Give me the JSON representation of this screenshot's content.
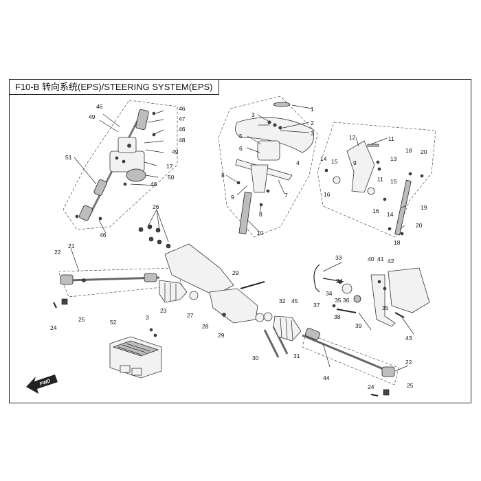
{
  "title": "F10-B 转向系统(EPS)/STEERING SYSTEM(EPS)",
  "direction_label": "FWD",
  "callouts": [
    "1",
    "2",
    "3",
    "3",
    "4",
    "5",
    "6",
    "7",
    "8",
    "8",
    "9",
    "9",
    "10",
    "11",
    "11",
    "12",
    "13",
    "14",
    "14",
    "15",
    "15",
    "16",
    "16",
    "17",
    "18",
    "18",
    "19",
    "20",
    "20",
    "21",
    "22",
    "22",
    "23",
    "24",
    "24",
    "24",
    "25",
    "25",
    "26",
    "27",
    "28",
    "29",
    "29",
    "30",
    "31",
    "32",
    "33",
    "34",
    "35",
    "35",
    "36",
    "37",
    "38",
    "39",
    "40",
    "41",
    "42",
    "43",
    "44",
    "45",
    "46",
    "46",
    "46",
    "46",
    "46",
    "47",
    "48",
    "49",
    "49",
    "50",
    "51",
    "52",
    "3"
  ]
}
